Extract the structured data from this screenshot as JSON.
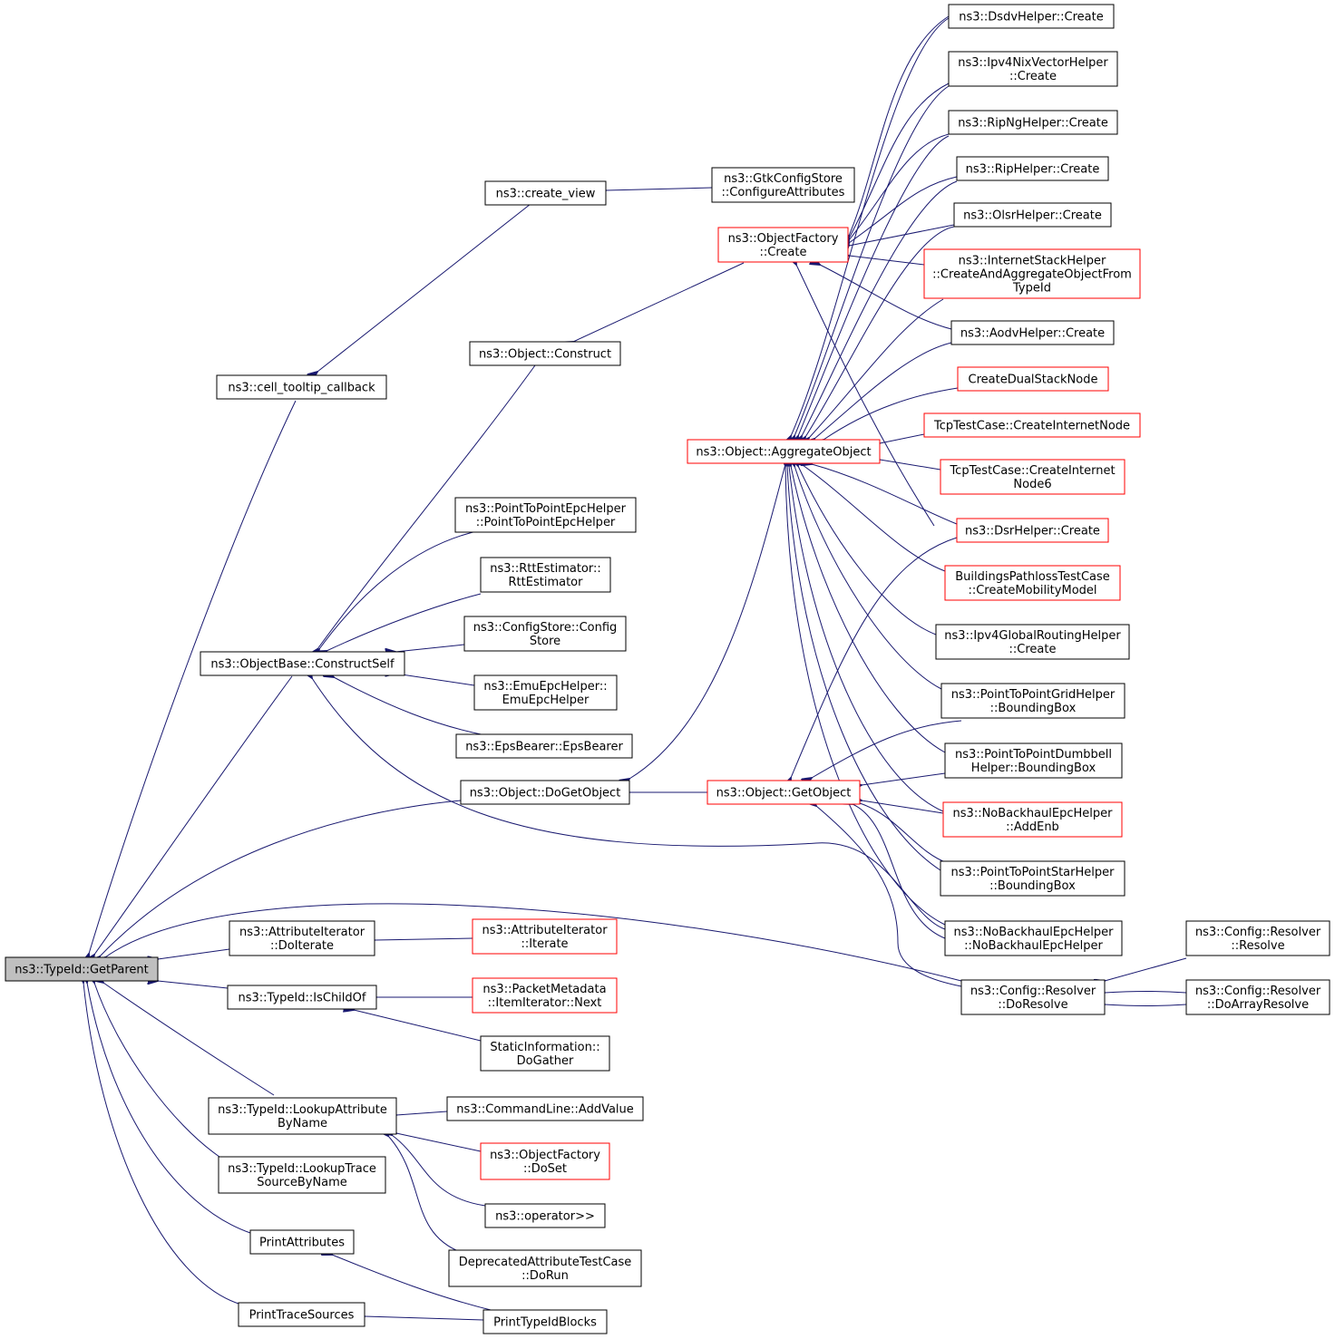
{
  "colors": {
    "edge": "#191970",
    "border_default": "#000000",
    "border_truncated": "#ff0000",
    "root_fill": "#bfbfbf",
    "node_fill": "#ffffff",
    "background": "#ffffff"
  },
  "nodes": [
    {
      "id": "getparent",
      "lines": [
        "ns3::TypeId::GetParent"
      ],
      "style": "root"
    },
    {
      "id": "cell_tooltip",
      "lines": [
        "ns3::cell_tooltip_callback"
      ],
      "style": "normal"
    },
    {
      "id": "create_view",
      "lines": [
        "ns3::create_view"
      ],
      "style": "normal"
    },
    {
      "id": "gtk_config",
      "lines": [
        "ns3::GtkConfigStore",
        "::ConfigureAttributes"
      ],
      "style": "normal"
    },
    {
      "id": "objbase_construct",
      "lines": [
        "ns3::ObjectBase::ConstructSelf"
      ],
      "style": "normal"
    },
    {
      "id": "obj_construct",
      "lines": [
        "ns3::Object::Construct"
      ],
      "style": "normal"
    },
    {
      "id": "ptp_epc",
      "lines": [
        "ns3::PointToPointEpcHelper",
        "::PointToPointEpcHelper"
      ],
      "style": "normal"
    },
    {
      "id": "rtt",
      "lines": [
        "ns3::RttEstimator::",
        "RttEstimator"
      ],
      "style": "normal"
    },
    {
      "id": "configstore",
      "lines": [
        "ns3::ConfigStore::Config",
        "Store"
      ],
      "style": "normal"
    },
    {
      "id": "emu_epc",
      "lines": [
        "ns3::EmuEpcHelper::",
        "EmuEpcHelper"
      ],
      "style": "normal"
    },
    {
      "id": "epsbearer",
      "lines": [
        "ns3::EpsBearer::EpsBearer"
      ],
      "style": "normal"
    },
    {
      "id": "dogetobject",
      "lines": [
        "ns3::Object::DoGetObject"
      ],
      "style": "normal"
    },
    {
      "id": "objfactory_create",
      "lines": [
        "ns3::ObjectFactory",
        "::Create"
      ],
      "style": "truncated"
    },
    {
      "id": "aggregate",
      "lines": [
        "ns3::Object::AggregateObject"
      ],
      "style": "truncated"
    },
    {
      "id": "getobject",
      "lines": [
        "ns3::Object::GetObject"
      ],
      "style": "truncated"
    },
    {
      "id": "dsdv",
      "lines": [
        "ns3::DsdvHelper::Create"
      ],
      "style": "normal"
    },
    {
      "id": "ipv4nix",
      "lines": [
        "ns3::Ipv4NixVectorHelper",
        "::Create"
      ],
      "style": "normal"
    },
    {
      "id": "ripng",
      "lines": [
        "ns3::RipNgHelper::Create"
      ],
      "style": "normal"
    },
    {
      "id": "rip",
      "lines": [
        "ns3::RipHelper::Create"
      ],
      "style": "normal"
    },
    {
      "id": "olsr",
      "lines": [
        "ns3::OlsrHelper::Create"
      ],
      "style": "normal"
    },
    {
      "id": "internetstack",
      "lines": [
        "ns3::InternetStackHelper",
        "::CreateAndAggregateObjectFrom",
        "TypeId"
      ],
      "style": "truncated"
    },
    {
      "id": "aodv",
      "lines": [
        "ns3::AodvHelper::Create"
      ],
      "style": "normal"
    },
    {
      "id": "dualstack",
      "lines": [
        "CreateDualStackNode"
      ],
      "style": "truncated"
    },
    {
      "id": "tcp_node",
      "lines": [
        "TcpTestCase::CreateInternetNode"
      ],
      "style": "truncated"
    },
    {
      "id": "tcp_node6",
      "lines": [
        "TcpTestCase::CreateInternet",
        "Node6"
      ],
      "style": "truncated"
    },
    {
      "id": "dsr",
      "lines": [
        "ns3::DsrHelper::Create"
      ],
      "style": "truncated"
    },
    {
      "id": "buildings",
      "lines": [
        "BuildingsPathlossTestCase",
        "::CreateMobilityModel"
      ],
      "style": "truncated"
    },
    {
      "id": "ipv4global",
      "lines": [
        "ns3::Ipv4GlobalRoutingHelper",
        "::Create"
      ],
      "style": "normal"
    },
    {
      "id": "ptp_grid",
      "lines": [
        "ns3::PointToPointGridHelper",
        "::BoundingBox"
      ],
      "style": "normal"
    },
    {
      "id": "ptp_dumbbell",
      "lines": [
        "ns3::PointToPointDumbbell",
        "Helper::BoundingBox"
      ],
      "style": "normal"
    },
    {
      "id": "nobackhaul_addenb",
      "lines": [
        "ns3::NoBackhaulEpcHelper",
        "::AddEnb"
      ],
      "style": "truncated"
    },
    {
      "id": "ptp_star",
      "lines": [
        "ns3::PointToPointStarHelper",
        "::BoundingBox"
      ],
      "style": "normal"
    },
    {
      "id": "nobackhaul_ctor",
      "lines": [
        "ns3::NoBackhaulEpcHelper",
        "::NoBackhaulEpcHelper"
      ],
      "style": "normal"
    },
    {
      "id": "resolver_resolve",
      "lines": [
        "ns3::Config::Resolver",
        "::Resolve"
      ],
      "style": "normal"
    },
    {
      "id": "resolver_doresolve",
      "lines": [
        "ns3::Config::Resolver",
        "::DoResolve"
      ],
      "style": "normal"
    },
    {
      "id": "resolver_doarray",
      "lines": [
        "ns3::Config::Resolver",
        "::DoArrayResolve"
      ],
      "style": "normal"
    },
    {
      "id": "attriter_doiterate",
      "lines": [
        "ns3::AttributeIterator",
        "::DoIterate"
      ],
      "style": "normal"
    },
    {
      "id": "attriter_iterate",
      "lines": [
        "ns3::AttributeIterator",
        "::Iterate"
      ],
      "style": "truncated"
    },
    {
      "id": "ischildof",
      "lines": [
        "ns3::TypeId::IsChildOf"
      ],
      "style": "normal"
    },
    {
      "id": "packetmeta_next",
      "lines": [
        "ns3::PacketMetadata",
        "::ItemIterator::Next"
      ],
      "style": "truncated"
    },
    {
      "id": "staticinfo",
      "lines": [
        "StaticInformation::",
        "DoGather"
      ],
      "style": "normal"
    },
    {
      "id": "lookupattr",
      "lines": [
        "ns3::TypeId::LookupAttribute",
        "ByName"
      ],
      "style": "normal"
    },
    {
      "id": "cmdline_addvalue",
      "lines": [
        "ns3::CommandLine::AddValue"
      ],
      "style": "normal"
    },
    {
      "id": "objfactory_doset",
      "lines": [
        "ns3::ObjectFactory",
        "::DoSet"
      ],
      "style": "truncated"
    },
    {
      "id": "operator_rshift",
      "lines": [
        "ns3::operator>>"
      ],
      "style": "normal"
    },
    {
      "id": "deprecated_dorun",
      "lines": [
        "DeprecatedAttributeTestCase",
        "::DoRun"
      ],
      "style": "normal"
    },
    {
      "id": "lookuptrace",
      "lines": [
        "ns3::TypeId::LookupTrace",
        "SourceByName"
      ],
      "style": "normal"
    },
    {
      "id": "printattributes",
      "lines": [
        "PrintAttributes"
      ],
      "style": "normal"
    },
    {
      "id": "printtracesources",
      "lines": [
        "PrintTraceSources"
      ],
      "style": "normal"
    },
    {
      "id": "printtypeidblocks",
      "lines": [
        "PrintTypeIdBlocks"
      ],
      "style": "normal"
    }
  ]
}
